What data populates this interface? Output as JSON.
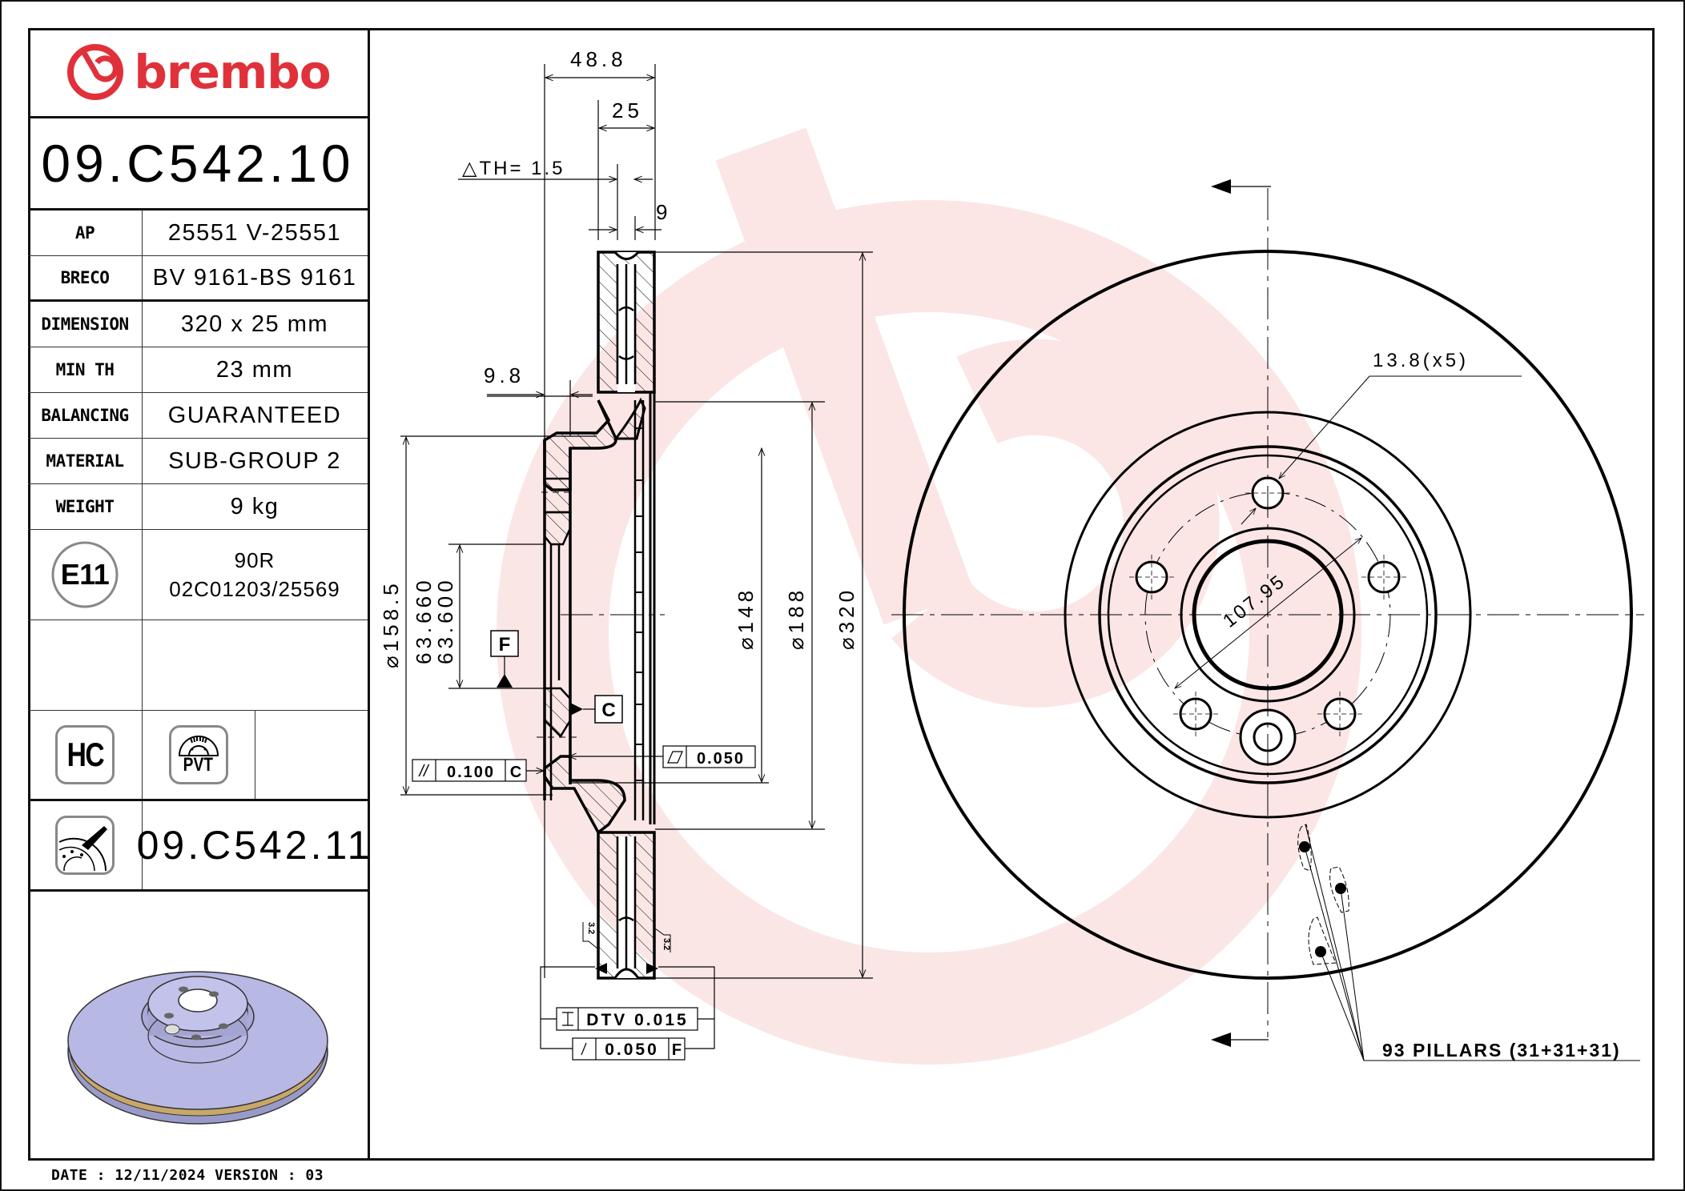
{
  "brand": {
    "name": "brembo",
    "color": "#e0313a",
    "watermark_color": "#fbe3e3"
  },
  "part_number": "09.C542.10",
  "specs": [
    {
      "label": "AP",
      "value": "25551 V-25551"
    },
    {
      "label": "BRECO",
      "value": "BV 9161-BS 9161"
    },
    {
      "label": "DIMENSION",
      "value": "320 x 25 mm"
    },
    {
      "label": "MIN TH",
      "value": "23 mm"
    },
    {
      "label": "BALANCING",
      "value": "GUARANTEED"
    },
    {
      "label": "MATERIAL",
      "value": "SUB-GROUP 2"
    },
    {
      "label": "WEIGHT",
      "value": "9 kg"
    }
  ],
  "homologation": {
    "mark": "E11",
    "line1": "90R",
    "line2": "02C01203/25569"
  },
  "badges": {
    "hc": "HC",
    "pvt": "PVT"
  },
  "alternative_part": {
    "icon": "painted-disc-icon",
    "number": "09.C542.11"
  },
  "footer": {
    "text": "DATE : 12/11/2024 VERSION : 03",
    "date": "12/11/2024",
    "version": "03"
  },
  "section_view": {
    "dimensions": {
      "overall_height": "48.8",
      "thickness": "25",
      "delta_th": "△TH= 1.5",
      "vent_width": "9",
      "hat_offset": "9.8",
      "dia_hat": "⌀158.5",
      "dia_center_bore_max": "63.660",
      "dia_center_bore_min": "63.600",
      "dia_inner_friction": "⌀148",
      "dia_hat_outer": "⌀188",
      "dia_outer": "⌀320"
    },
    "datums": {
      "f": "F",
      "c": "C"
    },
    "tolerances": {
      "parallelism": {
        "symbol": "//",
        "value": "0.100",
        "datum": "C"
      },
      "flatness": {
        "symbol": "▱",
        "value": "0.050"
      },
      "dtv": {
        "symbol": "⌶",
        "value": "DTV 0.015"
      },
      "runout": {
        "symbol": "↗",
        "value": "0.050",
        "datum": "F"
      }
    },
    "surface_roughness": [
      "3.2",
      "3.2"
    ]
  },
  "front_view": {
    "bolt_hole_label": "13.8(x5)",
    "pcd": "107.95",
    "pillars_label": "93 PILLARS (31+31+31)"
  }
}
